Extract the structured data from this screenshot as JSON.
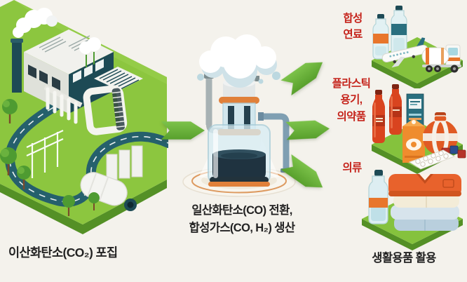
{
  "page": {
    "background": "#f4f2ec"
  },
  "colors": {
    "arrow_green": "#6cb440",
    "platform_green": "#8cc63f",
    "platform_edge_green": "#549026",
    "industrial_teal": "#1d4a55",
    "road_teal": "#25606c",
    "accent_orange": "#e8762c",
    "label_red": "#c5231b",
    "label_dark": "#232323"
  },
  "stages": {
    "capture": {
      "label": "이산화탄소(CO₂) 포집",
      "illustration": "factory-with-co2-pipeline"
    },
    "conversion": {
      "label": "일산화탄소(CO) 전환,\n합성가스(CO, H₂) 생산",
      "illustration": "glass-reactor-with-gas-cloud"
    },
    "utilization": {
      "label": "생활용품 활용",
      "products": [
        {
          "label": "합성\n연료",
          "illustration": "fuel-bottles-airplane-tanker-truck"
        },
        {
          "label": "플라스틱\n용기,\n의약품",
          "illustration": "plastic-bottles-containers-pills"
        },
        {
          "label": "의류",
          "illustration": "folded-clothes-and-bottle"
        }
      ]
    }
  },
  "arrows": [
    "capture-to-conversion",
    "conversion-to-fuel",
    "conversion-to-plastic",
    "conversion-to-clothing"
  ]
}
